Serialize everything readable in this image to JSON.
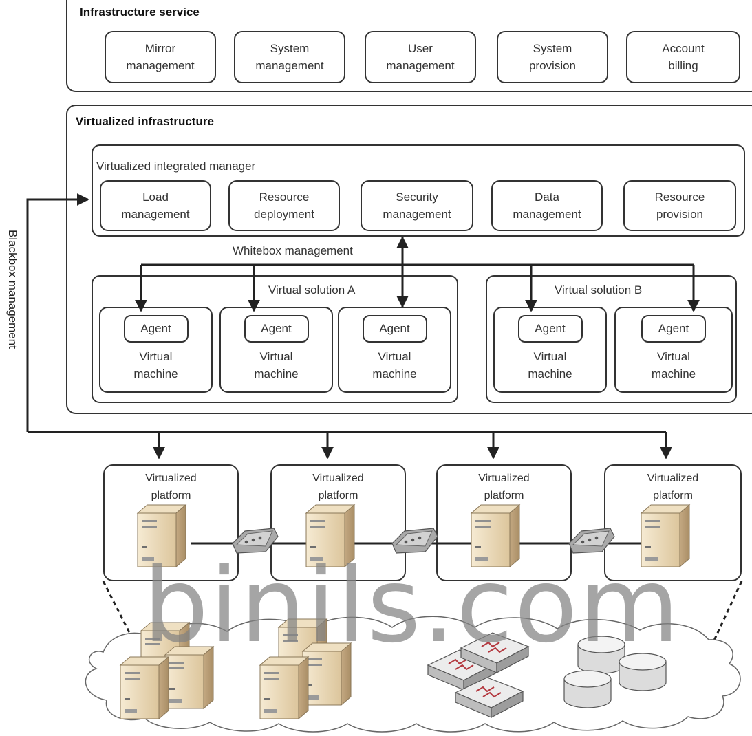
{
  "infrastructure_service": {
    "title": "Infrastructure service",
    "items": [
      "Mirror\nmanagement",
      "System\nmanagement",
      "User\nmanagement",
      "System\nprovision",
      "Account\nbilling"
    ]
  },
  "virtualized_infrastructure": {
    "title": "Virtualized infrastructure",
    "manager": {
      "title": "Virtualized integrated manager",
      "items": [
        "Load\nmanagement",
        "Resource\ndeployment",
        "Security\nmanagement",
        "Data\nmanagement",
        "Resource\nprovision"
      ]
    },
    "whitebox_label": "Whitebox management",
    "solution_a": {
      "title": "Virtual solution A",
      "vms": [
        {
          "agent": "Agent",
          "label": "Virtual\nmachine"
        },
        {
          "agent": "Agent",
          "label": "Virtual\nmachine"
        },
        {
          "agent": "Agent",
          "label": "Virtual\nmachine"
        }
      ]
    },
    "solution_b": {
      "title": "Virtual solution B",
      "vms": [
        {
          "agent": "Agent",
          "label": "Virtual\nmachine"
        },
        {
          "agent": "Agent",
          "label": "Virtual\nmachine"
        }
      ]
    }
  },
  "blackbox_label": "Blackbox management",
  "platforms": [
    "Virtualized\nplatform",
    "Virtualized\nplatform",
    "Virtualized\nplatform",
    "Virtualized\nplatform"
  ],
  "watermark": "binils.com",
  "colors": {
    "line": "#333333",
    "server_front": "#f1e2c4",
    "server_side": "#c9b08a",
    "switch": "#b8b8b8",
    "watermark": "#828282"
  }
}
